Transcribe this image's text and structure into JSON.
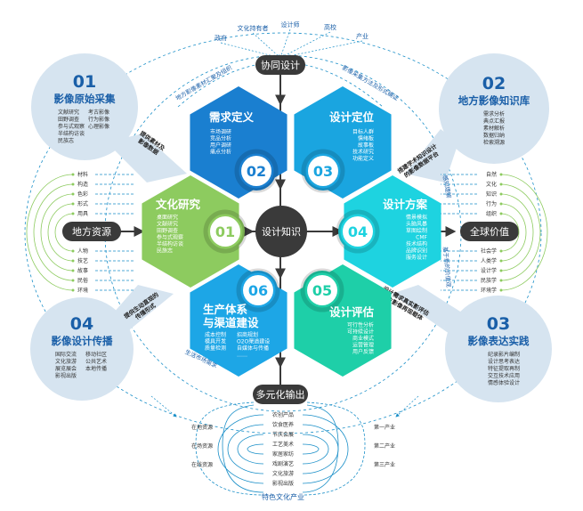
{
  "colors": {
    "dark": "#3a3a3a",
    "light_circle": "#d6e4f0",
    "hex01": "#8dcb5f",
    "hex02": "#1a7fd0",
    "hex03": "#1aa5e0",
    "hex04": "#1ed3e0",
    "hex05": "#1ecfa8",
    "hex06": "#1da6e6",
    "accent": "#1a5fa8",
    "green_line": "#8dcb5f"
  },
  "collab": {
    "label": "协同设计",
    "stakeholders": [
      "政府",
      "文化持有者",
      "设计师",
      "高校",
      "产业"
    ]
  },
  "center": "设计知识",
  "output": {
    "label": "多元化输出",
    "left": [
      "在地资源",
      "在场资源",
      "在线资源"
    ],
    "center": [
      "农创产品",
      "饮食医养",
      "节庆会展",
      "工艺美术",
      "家居家纺",
      "戏剧演艺",
      "文化旅游",
      "影视出版"
    ],
    "right": [
      "第一产业",
      "第二产业",
      "第三产业"
    ],
    "footer": "特色文化产业"
  },
  "left_hub": {
    "label": "地方资源",
    "top": [
      "材料",
      "构造",
      "色彩",
      "形式",
      "用具"
    ],
    "bottom": [
      "人物",
      "技艺",
      "故事",
      "民俗",
      "环境"
    ]
  },
  "right_hub": {
    "label": "全球价值",
    "top": [
      "自然",
      "文化",
      "知识",
      "行为",
      "组织"
    ],
    "bottom": [
      "社会学",
      "人类学",
      "设计学",
      "民族学",
      "环境学"
    ]
  },
  "hexes": [
    {
      "num": "01",
      "title": "文化研究",
      "items": [
        "桌面研究",
        "文献研究",
        "田野调查",
        "参与式观察",
        "半结构访谈",
        "民族志"
      ]
    },
    {
      "num": "02",
      "title": "需求定义",
      "items": [
        "市场调研",
        "竞品分析",
        "用户调研",
        "痛点分析"
      ]
    },
    {
      "num": "03",
      "title": "设计定位",
      "items": [
        "目标人群",
        "情绪板",
        "故事板",
        "技术研究",
        "功能定义"
      ]
    },
    {
      "num": "04",
      "title": "设计方案",
      "items": [
        "情景模拟",
        "头脑风暴",
        "草图绘制",
        "CMF",
        "技术结构",
        "品牌识别",
        "服务设计"
      ]
    },
    {
      "num": "05",
      "title": "设计评估",
      "items": [
        "可行性分析",
        "可持续设计",
        "商业模式",
        "运营管理",
        "用户反馈"
      ]
    },
    {
      "num": "06",
      "title_lines": [
        "生产体系",
        "与渠道建设"
      ],
      "items_col1": [
        "成本控制",
        "模具开发",
        "质量检测"
      ],
      "items_col2": [
        "招商规划",
        "O2O渠道建设",
        "自媒体与传播",
        "……"
      ]
    }
  ],
  "circles": [
    {
      "num": "01",
      "title": "影像原始采集",
      "col1": [
        "文献研究",
        "田野调查",
        "参与式观察",
        "半结构访谈",
        "民族志"
      ],
      "col2": [
        "考古影像",
        "行为影像",
        "心理影像"
      ]
    },
    {
      "num": "02",
      "title": "地方影像知识库",
      "col1": [
        "需求分析",
        "典点汇报",
        "素材解析",
        "数据归纳",
        "检索溯源"
      ]
    },
    {
      "num": "03",
      "title": "影像表达实践",
      "col1": [
        "纪录影片编制",
        "设计思考表达",
        "特征提取再制",
        "交互技术应用",
        "情感体验设计"
      ]
    },
    {
      "num": "04",
      "title": "影像设计传播",
      "col1": [
        "国际交流",
        "文化旅游",
        "展览展会",
        "影视出版"
      ],
      "col2": [
        "移动社区",
        "公共艺术",
        "本地传播"
      ]
    }
  ],
  "arrows": [
    {
      "lines": [
        "提供素材及",
        "影像数据"
      ]
    },
    {
      "lines": [
        "搭建学术知识设计",
        "的影像数据平台"
      ]
    },
    {
      "lines": [
        "设计需求真实影评估",
        "地方影像再现载体"
      ]
    },
    {
      "lines": [
        "提供生动直观的",
        "传播形式"
      ]
    }
  ],
  "arc_labels": [
    "地方影像素材汇聚及组织",
    "影像采集方法及形式确证",
    "感知理解",
    "基于新的价值观",
    "生活市场需求",
    "渠道及服务"
  ]
}
